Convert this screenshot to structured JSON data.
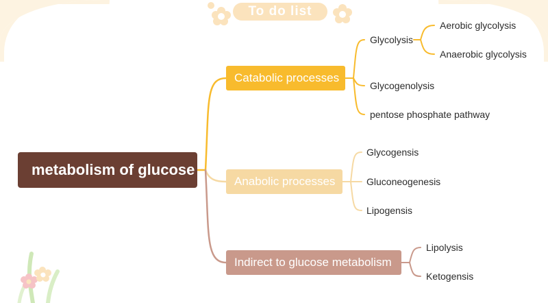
{
  "banner": {
    "title": "To do list"
  },
  "colors": {
    "root": "#6b3f33",
    "catabolic": "#f8bb2d",
    "anabolic": "#f6d9a3",
    "indirect": "#c9998b"
  },
  "diagram": {
    "root": "metabolism of glucose",
    "branches": [
      {
        "label": "Catabolic processes",
        "children": [
          {
            "label": "Glycolysis",
            "children": [
              "Aerobic glycolysis",
              "Anaerobic glycolysis"
            ]
          },
          {
            "label": "Glycogenolysis"
          },
          {
            "label": "pentose phosphate pathway"
          }
        ]
      },
      {
        "label": "Anabolic processes",
        "children": [
          {
            "label": "Glycogensis"
          },
          {
            "label": "Gluconeogenesis"
          },
          {
            "label": "Lipogensis"
          }
        ]
      },
      {
        "label": "Indirect to glucose metabolism",
        "children": [
          {
            "label": "Lipolysis"
          },
          {
            "label": "Ketogensis"
          }
        ]
      }
    ]
  }
}
